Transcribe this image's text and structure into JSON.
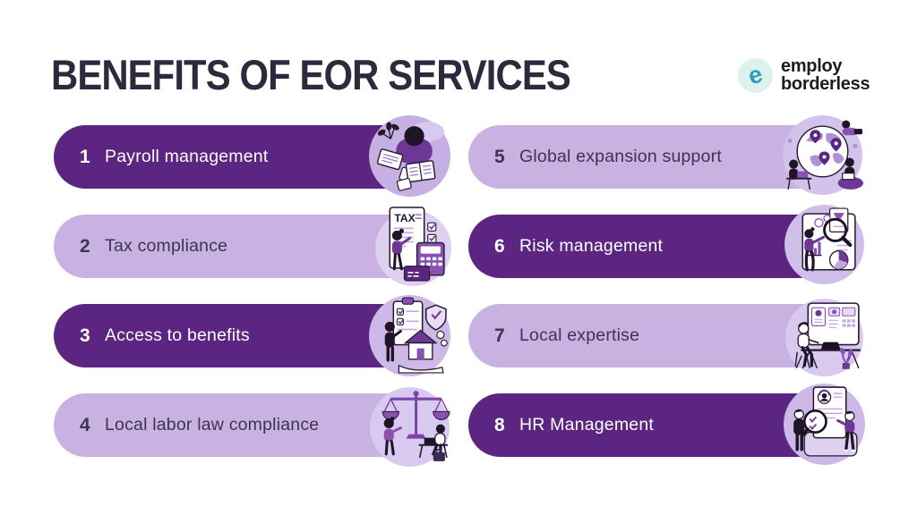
{
  "header": {
    "title": "BENEFITS OF EOR SERVICES",
    "logo": {
      "mark_letter": "e",
      "line1": "employ",
      "line2": "borderless"
    }
  },
  "colors": {
    "dark_pill": "#5b2581",
    "light_pill": "#c9b2e2",
    "text_on_dark": "#ffffff",
    "text_on_light": "#3b3452",
    "title": "#2d2a3e",
    "logo_teal": "#2f9db5",
    "logo_mark_bg": "#dcf2ef",
    "illustration_blob": "#d3c4ea"
  },
  "benefits": [
    {
      "number": "1",
      "label": "Payroll management",
      "variant": "dark",
      "illustration": "payroll"
    },
    {
      "number": "2",
      "label": "Tax compliance",
      "variant": "light",
      "illustration": "tax",
      "tax_label": "TAX"
    },
    {
      "number": "3",
      "label": "Access to benefits",
      "variant": "dark",
      "illustration": "benefits"
    },
    {
      "number": "4",
      "label": "Local labor law compliance",
      "variant": "light",
      "illustration": "labor-law"
    },
    {
      "number": "5",
      "label": "Global expansion support",
      "variant": "light",
      "illustration": "global"
    },
    {
      "number": "6",
      "label": "Risk management",
      "variant": "dark",
      "illustration": "risk"
    },
    {
      "number": "7",
      "label": "Local expertise",
      "variant": "light",
      "illustration": "local-expertise"
    },
    {
      "number": "8",
      "label": "HR Management",
      "variant": "dark",
      "illustration": "hr"
    }
  ]
}
